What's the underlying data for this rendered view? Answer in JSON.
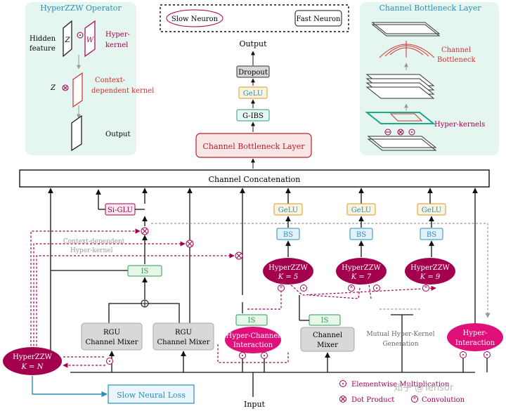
{
  "legend_top": {
    "slow": "Slow Neuron",
    "fast": "Fast Neuron"
  },
  "operator_panel": {
    "title": "HyperZZW Operator",
    "hidden_feature_1": "Hidden",
    "hidden_feature_2": "feature",
    "z": "Z",
    "w": "W",
    "hyper_kernel_1": "Hyper-",
    "hyper_kernel_2": "kernel",
    "context_1": "Context-",
    "context_2": "dependent kernel",
    "output": "Output"
  },
  "bottleneck_panel": {
    "title": "Channel Bottleneck Layer",
    "channel_1": "Channel",
    "channel_2": "Bottleneck",
    "hyper_kernels": "Hyper-kernels"
  },
  "top_stack": {
    "output": "Output",
    "dropout": "Dropout",
    "gelu": "GeLU",
    "gibs": "G-IBS",
    "cbl": "Channel Bottleneck Layer"
  },
  "concat": "Channel Concatenation",
  "left_branch": {
    "siglu": "Si-GLU",
    "is": "IS",
    "context_dependent": "Context-dependent",
    "hyper_kernel": "Hyper-kernel",
    "rgu1_1": "RGU",
    "rgu1_2": "Channel Mixer",
    "rgu2_1": "RGU",
    "rgu2_2": "Channel Mixer"
  },
  "hyperzzw_n": {
    "l1": "HyperZZW",
    "l2": "K = N"
  },
  "slow_loss": "Slow Neural Loss",
  "input": "Input",
  "branches": [
    {
      "gelu": "GeLU",
      "bs": "BS",
      "l1": "HyperZZW",
      "l2": "K = 5"
    },
    {
      "gelu": "GeLU",
      "bs": "BS",
      "l1": "HyperZZW",
      "l2": "K = 7"
    },
    {
      "gelu": "GeLU",
      "bs": "BS",
      "l1": "HyperZZW",
      "l2": "K = 9"
    }
  ],
  "hc_is": "IS",
  "hc_1": "Hyper-Channel",
  "hc_2": "Interaction",
  "cm_is": "IS",
  "cm_1": "Channel",
  "cm_2": "Mixer",
  "mhk_1": "Mutual Hyper-Kernel",
  "mhk_2": "Generation",
  "hi_1": "Hyper-",
  "hi_2": "Interaction",
  "legend_bottom": {
    "elementwise": "Elementwise Multiplication",
    "dot": "Dot Product",
    "conv": "Convolution"
  },
  "watermark": "知乎 @Tensor",
  "colors": {
    "magenta": "#a3004e",
    "pink": "#e0107a",
    "teal": "#e4f6ef",
    "blue": "#2a8fb8",
    "green": "#2f9b55",
    "orange": "#d89a2a",
    "red": "#b5202a"
  }
}
